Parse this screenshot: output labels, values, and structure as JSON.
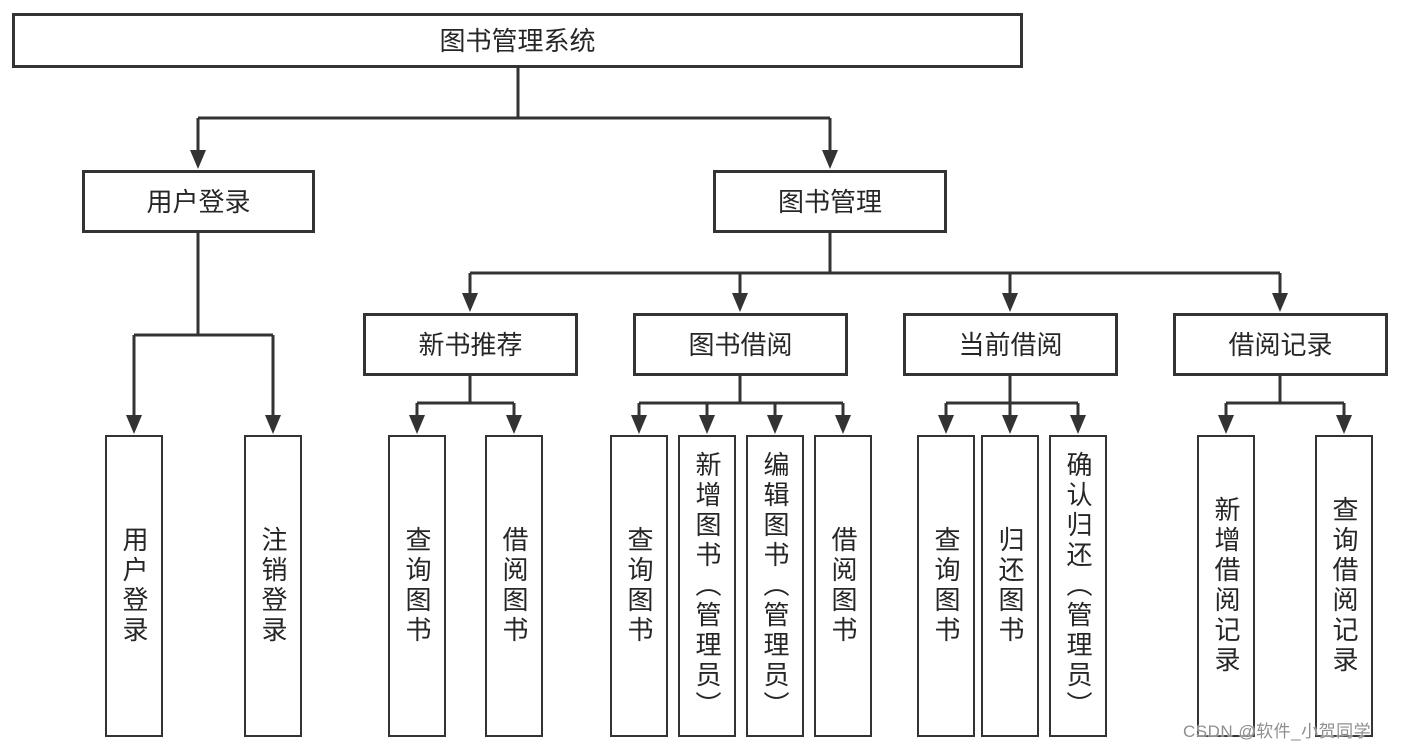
{
  "tree": {
    "root": "图书管理系统",
    "level2": [
      "用户登录",
      "图书管理"
    ],
    "level3": [
      "新书推荐",
      "图书借阅",
      "当前借阅",
      "借阅记录"
    ],
    "leaves": {
      "user_login": [
        "用户登录",
        "注销登录"
      ],
      "new_books": [
        "查询图书",
        "借阅图书"
      ],
      "book_borrow": [
        "查询图书",
        "新增图书（管理员）",
        "编辑图书（管理员）",
        "借阅图书"
      ],
      "current_borrow": [
        "查询图书",
        "归还图书",
        "确认归还（管理员）"
      ],
      "borrow_records": [
        "新增借阅记录",
        "查询借阅记录"
      ]
    }
  },
  "watermark": "CSDN @软件_小贺同学",
  "colors": {
    "box_border": "#333333",
    "connector_line": "#333333",
    "node_text": "#262626",
    "watermark_text": "#8f8f8f",
    "background": "#ffffff"
  }
}
